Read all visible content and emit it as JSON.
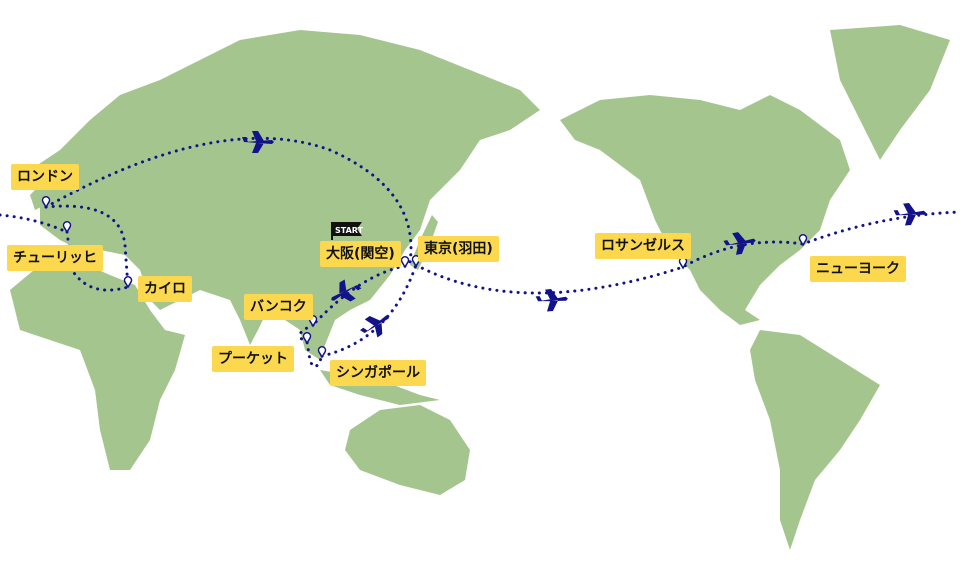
{
  "colors": {
    "land": "#a5c58e",
    "route": "#12128a",
    "label_bg": "#fcd84f",
    "flag": "#111111"
  },
  "start_flag": "START",
  "cities": [
    {
      "id": "london",
      "name": "ロンドン"
    },
    {
      "id": "zurich",
      "name": "チューリッヒ"
    },
    {
      "id": "cairo",
      "name": "カイロ"
    },
    {
      "id": "bangkok",
      "name": "バンコク"
    },
    {
      "id": "phuket",
      "name": "プーケット"
    },
    {
      "id": "singapore",
      "name": "シンガポール"
    },
    {
      "id": "osaka",
      "name": "大阪(関空)"
    },
    {
      "id": "tokyo",
      "name": "東京(羽田)"
    },
    {
      "id": "los-angeles",
      "name": "ロサンゼルス"
    },
    {
      "id": "new-york",
      "name": "ニューヨーク"
    }
  ]
}
